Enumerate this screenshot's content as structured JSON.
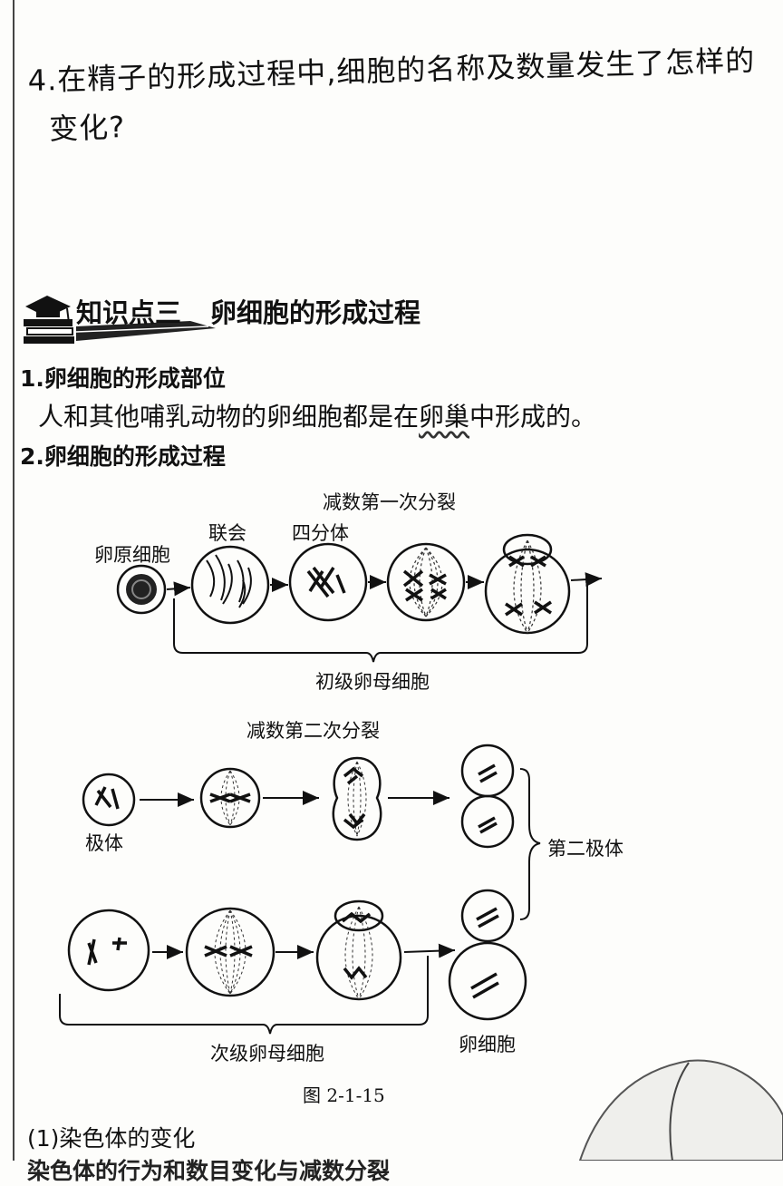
{
  "question4": {
    "line1": "4.在精子的形成过程中,细胞的名称及数量发生了怎样的",
    "line2": "变化?"
  },
  "section": {
    "label": "知识点三",
    "title": "卵细胞的形成过程"
  },
  "item1": {
    "heading": "1.卵细胞的形成部位",
    "text_before": "人和其他哺乳动物的卵细胞都是在",
    "text_emph": "卵巢",
    "text_after": "中形成的。"
  },
  "item2": {
    "heading": "2.卵细胞的形成过程"
  },
  "diagram": {
    "meiosis1": "减数第一次分裂",
    "oogonium": "卵原细胞",
    "synapsis": "联会",
    "tetrad": "四分体",
    "primary_oocyte": "初级卵母细胞",
    "meiosis2": "减数第二次分裂",
    "polar_body": "极体",
    "second_polar_body": "第二极体",
    "secondary_oocyte": "次级卵母细胞",
    "egg": "卵细胞"
  },
  "figure_caption": "图 2-1-15",
  "sub1": "(1)染色体的变化",
  "cut_line": "染色体的行为和数目变化与减数分裂"
}
